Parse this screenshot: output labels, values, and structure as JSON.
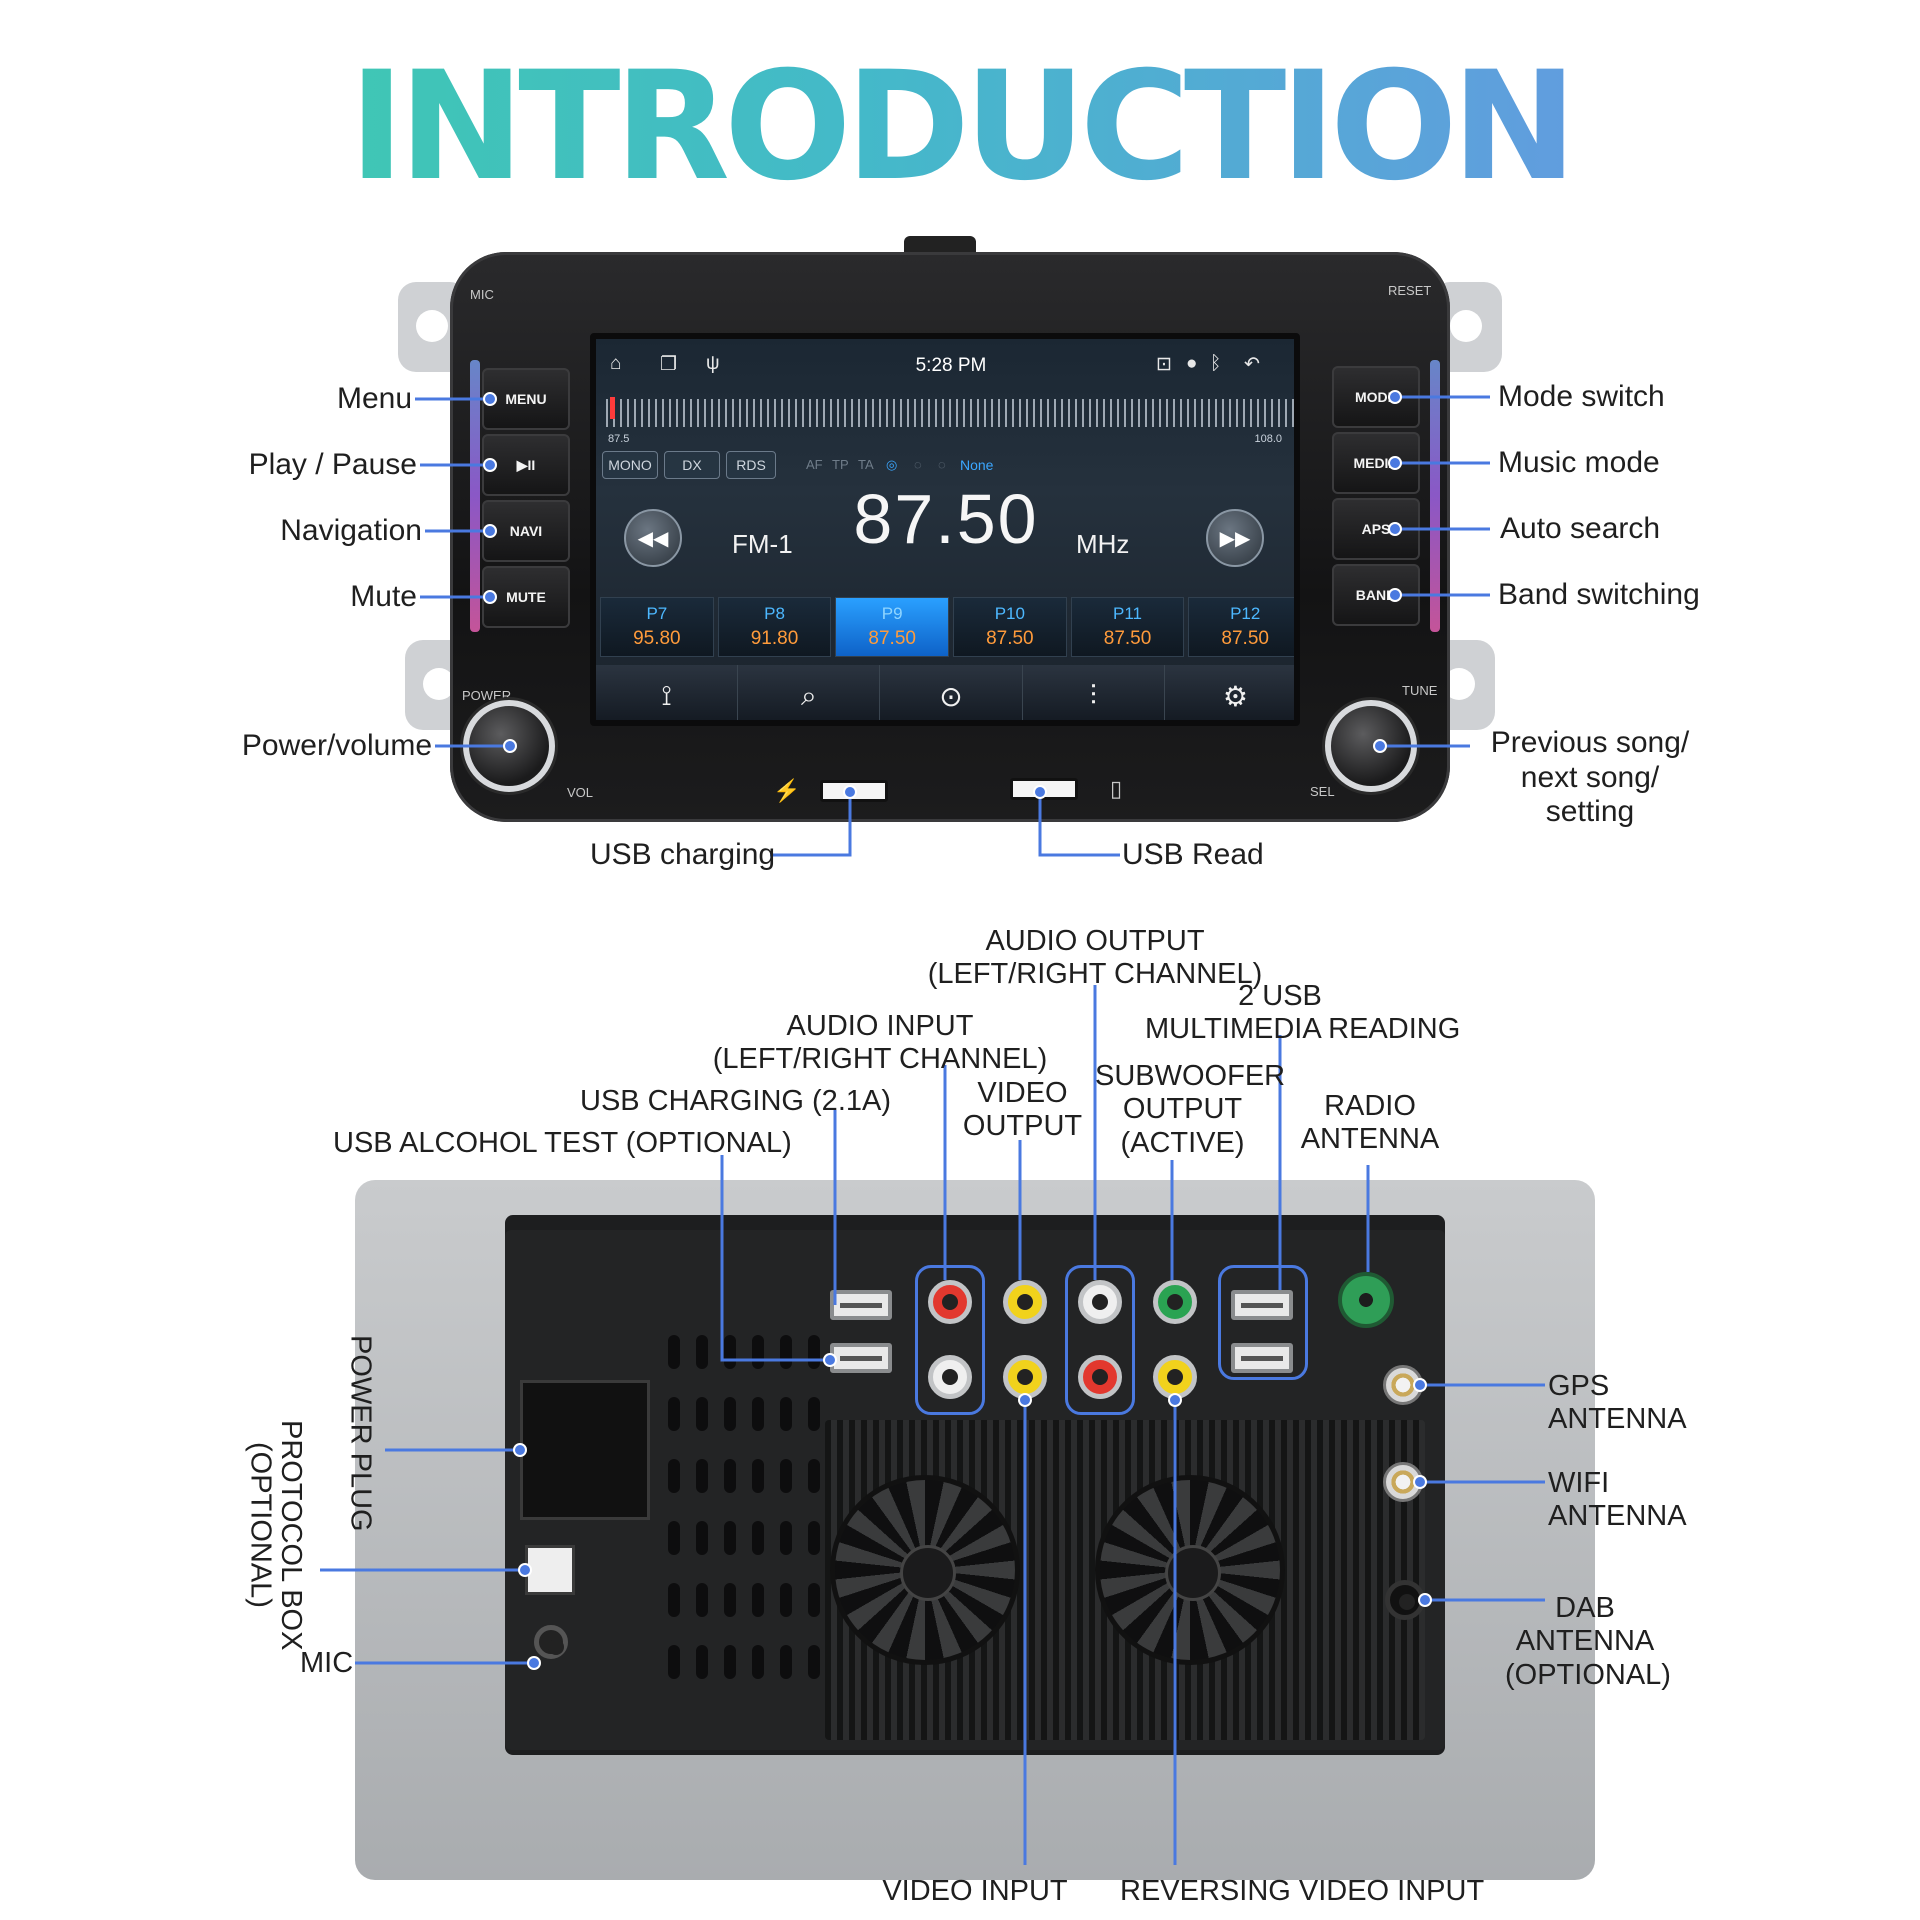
{
  "title": "INTRODUCTION",
  "front": {
    "bezel": {
      "mic": "MIC",
      "reset": "RESET",
      "power": "POWER",
      "vol": "VOL",
      "tune": "TUNE",
      "sel": "SEL"
    },
    "left_buttons": [
      {
        "label": "MENU",
        "caption": "Menu"
      },
      {
        "label": "▶II",
        "caption": "Play / Pause"
      },
      {
        "label": "NAVI",
        "caption": "Navigation"
      },
      {
        "label": "MUTE",
        "caption": "Mute"
      }
    ],
    "right_buttons": [
      {
        "label": "MODE",
        "caption": "Mode switch"
      },
      {
        "label": "MEDIA",
        "caption": "Music mode"
      },
      {
        "label": "APS",
        "caption": "Auto search"
      },
      {
        "label": "BAND",
        "caption": "Band switching"
      }
    ],
    "knob_captions": {
      "left": "Power/volume",
      "right": "Previous song/\nnext song/\nsetting"
    },
    "usb_captions": {
      "charging": "USB charging",
      "read": "USB Read"
    },
    "screen": {
      "time": "5:28 PM",
      "scale_min": "87.5",
      "scale_max": "108.0",
      "chips": [
        "MONO",
        "DX",
        "RDS"
      ],
      "flags": [
        "AF",
        "TP",
        "TA"
      ],
      "pty": "None",
      "band": "FM-1",
      "frequency": "87.50",
      "unit": "MHz",
      "presets": [
        {
          "name": "P7",
          "freq": "95.80",
          "active": false
        },
        {
          "name": "P8",
          "freq": "91.80",
          "active": false
        },
        {
          "name": "P9",
          "freq": "87.50",
          "active": true
        },
        {
          "name": "P10",
          "freq": "87.50",
          "active": false
        },
        {
          "name": "P11",
          "freq": "87.50",
          "active": false
        },
        {
          "name": "P12",
          "freq": "87.50",
          "active": false
        }
      ]
    }
  },
  "rear": {
    "audio_output": "AUDIO OUTPUT\n(LEFT/RIGHT CHANNEL)",
    "usb_multimedia": "2 USB\nMULTIMEDIA READING",
    "audio_input": "AUDIO INPUT\n(LEFT/RIGHT CHANNEL)",
    "video_output": "VIDEO\nOUTPUT",
    "subwoofer": "SUBWOOFER\nOUTPUT\n(ACTIVE)",
    "usb_charging": "USB CHARGING (2.1A)",
    "radio_antenna": "RADIO\nANTENNA",
    "usb_alcohol": "USB ALCOHOL TEST (OPTIONAL)",
    "gps_antenna": "GPS\nANTENNA",
    "wifi_antenna": "WIFI\nANTENNA",
    "dab_antenna": "DAB\nANTENNA\n(OPTIONAL)",
    "power_plug": "POWER PLUG",
    "protocol_box": "PROTOCOL BOX\n(OPTIONAL)",
    "mic": "MIC",
    "video_input": "VIDEO INPUT",
    "reversing_video": "REVERSING VIDEO INPUT"
  },
  "colors": {
    "line": "#4a79e0",
    "title_start": "#3ccfa7",
    "title_end": "#6f8fe9"
  }
}
